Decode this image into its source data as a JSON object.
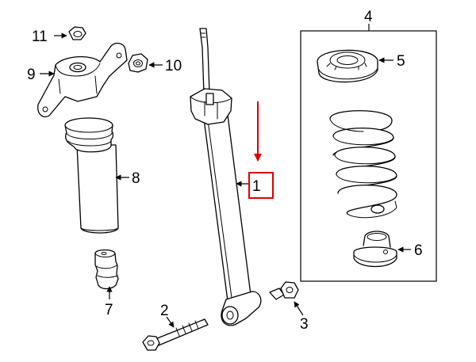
{
  "diagram": {
    "callouts": {
      "c1": "1",
      "c2": "2",
      "c3": "3",
      "c4": "4",
      "c5": "5",
      "c6": "6",
      "c7": "7",
      "c8": "8",
      "c9": "9",
      "c10": "10",
      "c11": "11"
    },
    "highlight_color": "#e00000"
  }
}
